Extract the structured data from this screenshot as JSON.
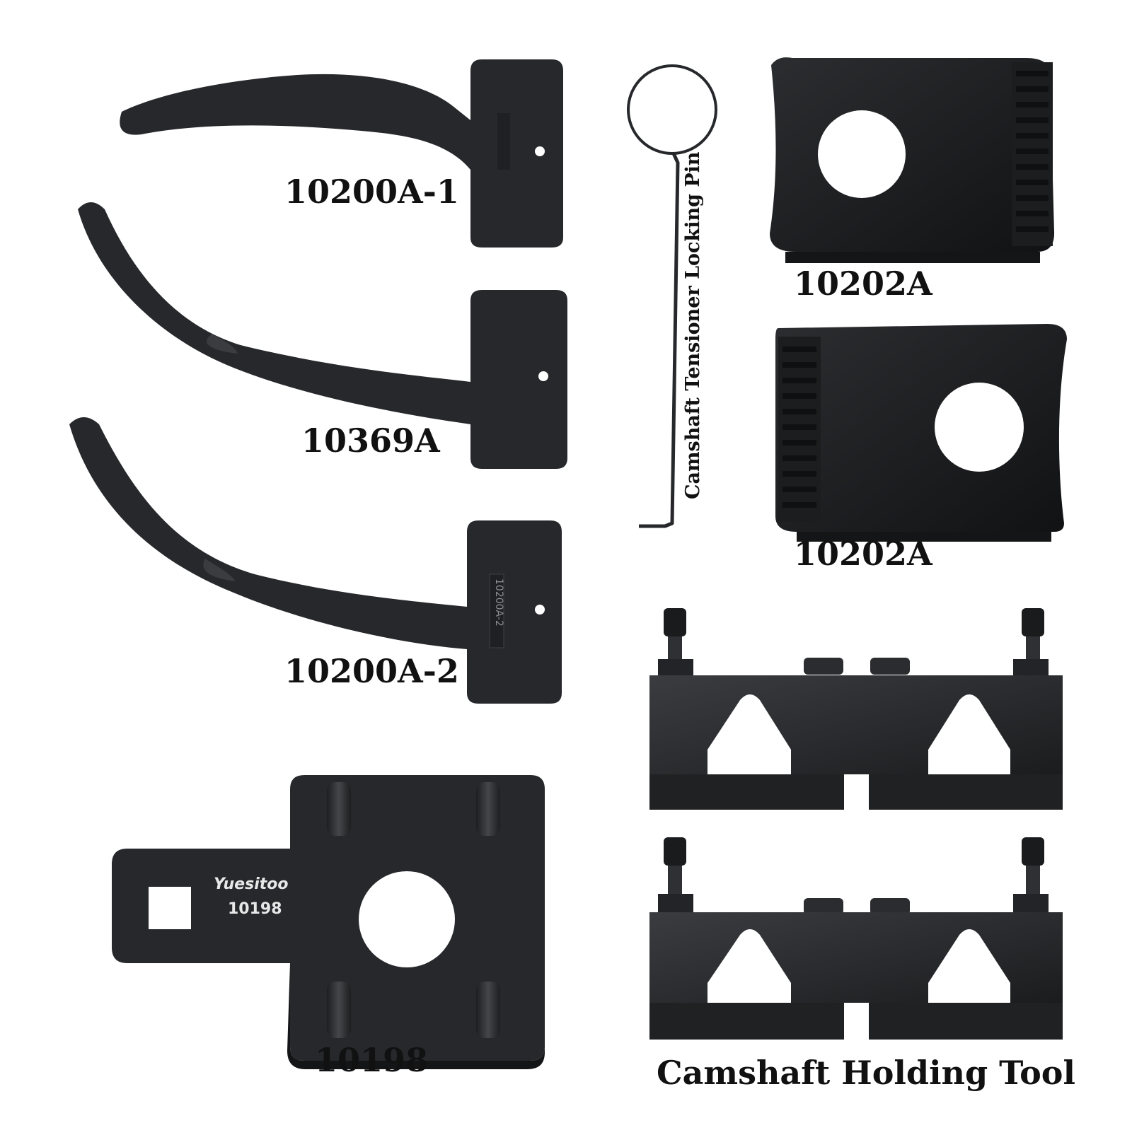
{
  "labels": {
    "tool_10200a_1": "10200A-1",
    "tool_10369a": "10369A",
    "tool_10200a_2": "10200A-2",
    "tool_10202a_top": "10202A",
    "tool_10202a_bottom": "10202A",
    "tool_10198": "10198",
    "locking_pin": "Camshaft Tensioner Locking Pin",
    "holding_tool": "Camshaft Holding Tool"
  },
  "engravings": {
    "brand": "Yuesitoo",
    "plate_number": "10198",
    "tab_10200a_2": "10200A-2"
  },
  "colors": {
    "tool_black": "#26282b",
    "tool_shade": "#1a1b1d",
    "background": "#ffffff"
  }
}
